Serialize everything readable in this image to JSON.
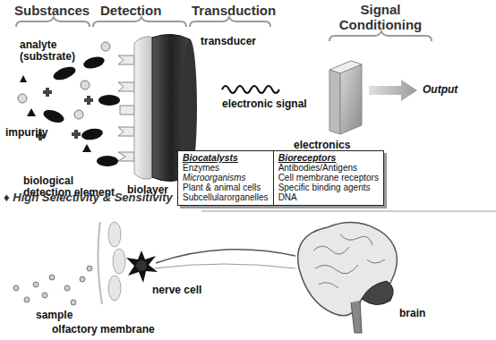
{
  "diagram": {
    "nodes": [
      {
        "text": [
          "Biocatalysts",
          "Enzymes",
          "Microorganisms",
          "Plant & animal cells",
          "Subcellularorganelles"
        ]
      },
      {
        "text": [
          "Bioreceptors",
          "Antibodies/Antigens",
          "Cell membrane receptors",
          "Specific binding agents",
          "DNA"
        ]
      }
    ],
    "edges": [],
    "labels": [
      "Substances",
      "Detection",
      "Transduction",
      "Signal Conditioning",
      "analyte (substrate)",
      "impurity",
      "biological detection element",
      "biolayer",
      "transducer",
      "electronic signal",
      "electronics",
      "Output",
      "♦ High Selectivity & Sensitivity",
      "sample",
      "nerve cell",
      "olfactory membrane",
      "brain"
    ]
  }
}
